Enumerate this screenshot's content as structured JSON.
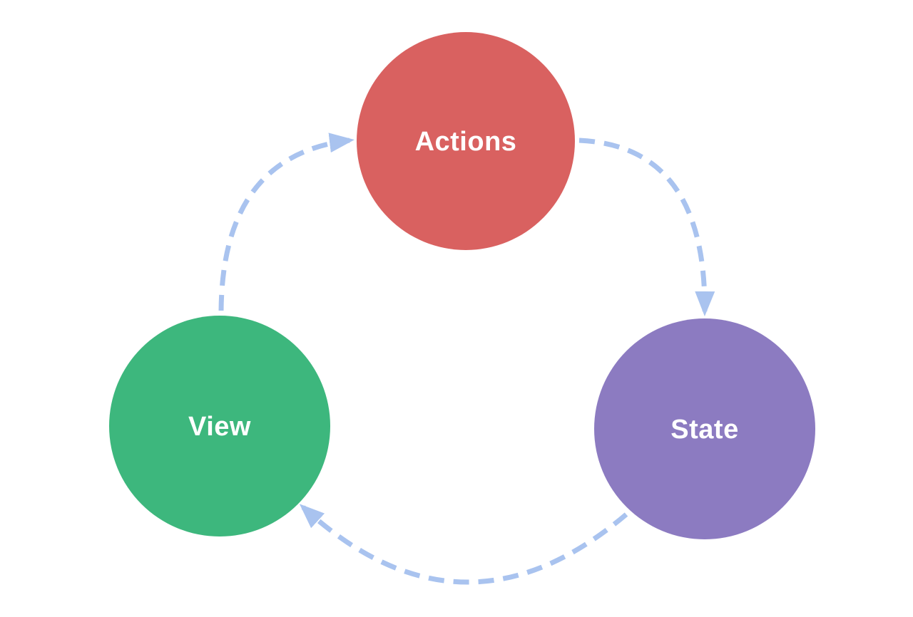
{
  "diagram": {
    "background": "#ffffff",
    "label_color": "#ffffff",
    "edge_color": "#a9c3ef",
    "nodes": [
      {
        "id": "actions",
        "label": "Actions",
        "color": "#d96160"
      },
      {
        "id": "state",
        "label": "State",
        "color": "#8c7bc1"
      },
      {
        "id": "view",
        "label": "View",
        "color": "#3db77d"
      }
    ],
    "edges": [
      {
        "from": "View",
        "to": "Actions"
      },
      {
        "from": "Actions",
        "to": "State"
      },
      {
        "from": "State",
        "to": "View"
      }
    ]
  }
}
